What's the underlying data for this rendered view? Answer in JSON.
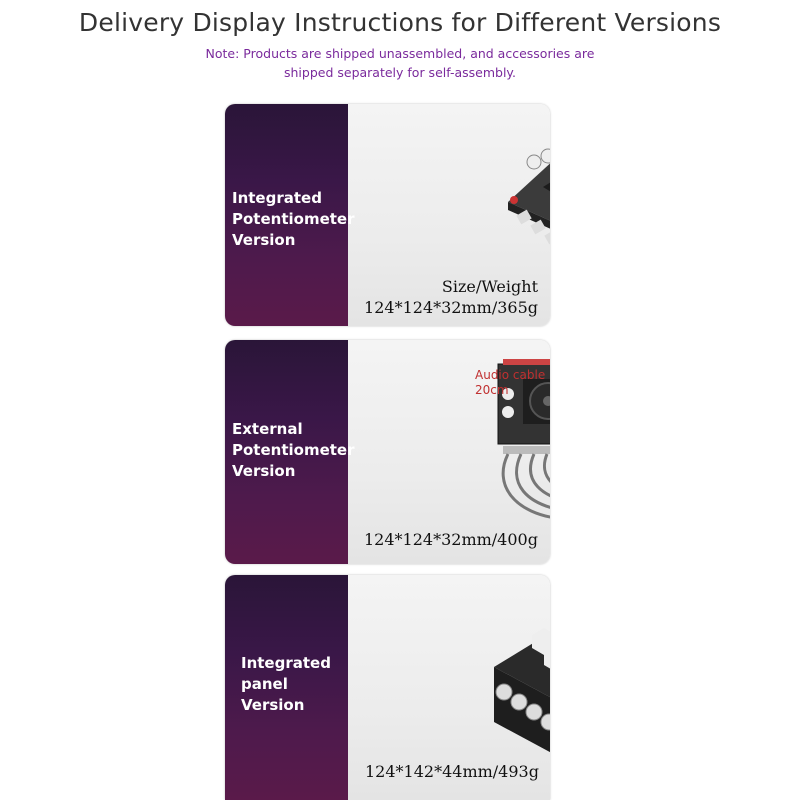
{
  "header": {
    "title": "Delivery Display Instructions for Different Versions",
    "note_line1": "Note: Products are shipped unassembled, and accessories are",
    "note_line2": "shipped separately for self-assembly."
  },
  "versions": [
    {
      "label_lines": [
        "Integrated",
        "Potentiometer",
        "Version"
      ],
      "spec_heading": "Size/Weight",
      "spec": "124*124*32mm/365g"
    },
    {
      "label_lines": [
        "External",
        "Potentiometer",
        "Version"
      ],
      "accessory_lines": [
        "Audio cable",
        "20cm"
      ],
      "spec": "124*124*32mm/400g"
    },
    {
      "label_lines": [
        "Integrated",
        "panel",
        "Version"
      ],
      "spec": "124*142*44mm/493g"
    }
  ],
  "colors": {
    "title": "#333333",
    "note": "#7a2a9c",
    "panel_dark": "#3a1748",
    "accessory_label": "#c03030"
  }
}
